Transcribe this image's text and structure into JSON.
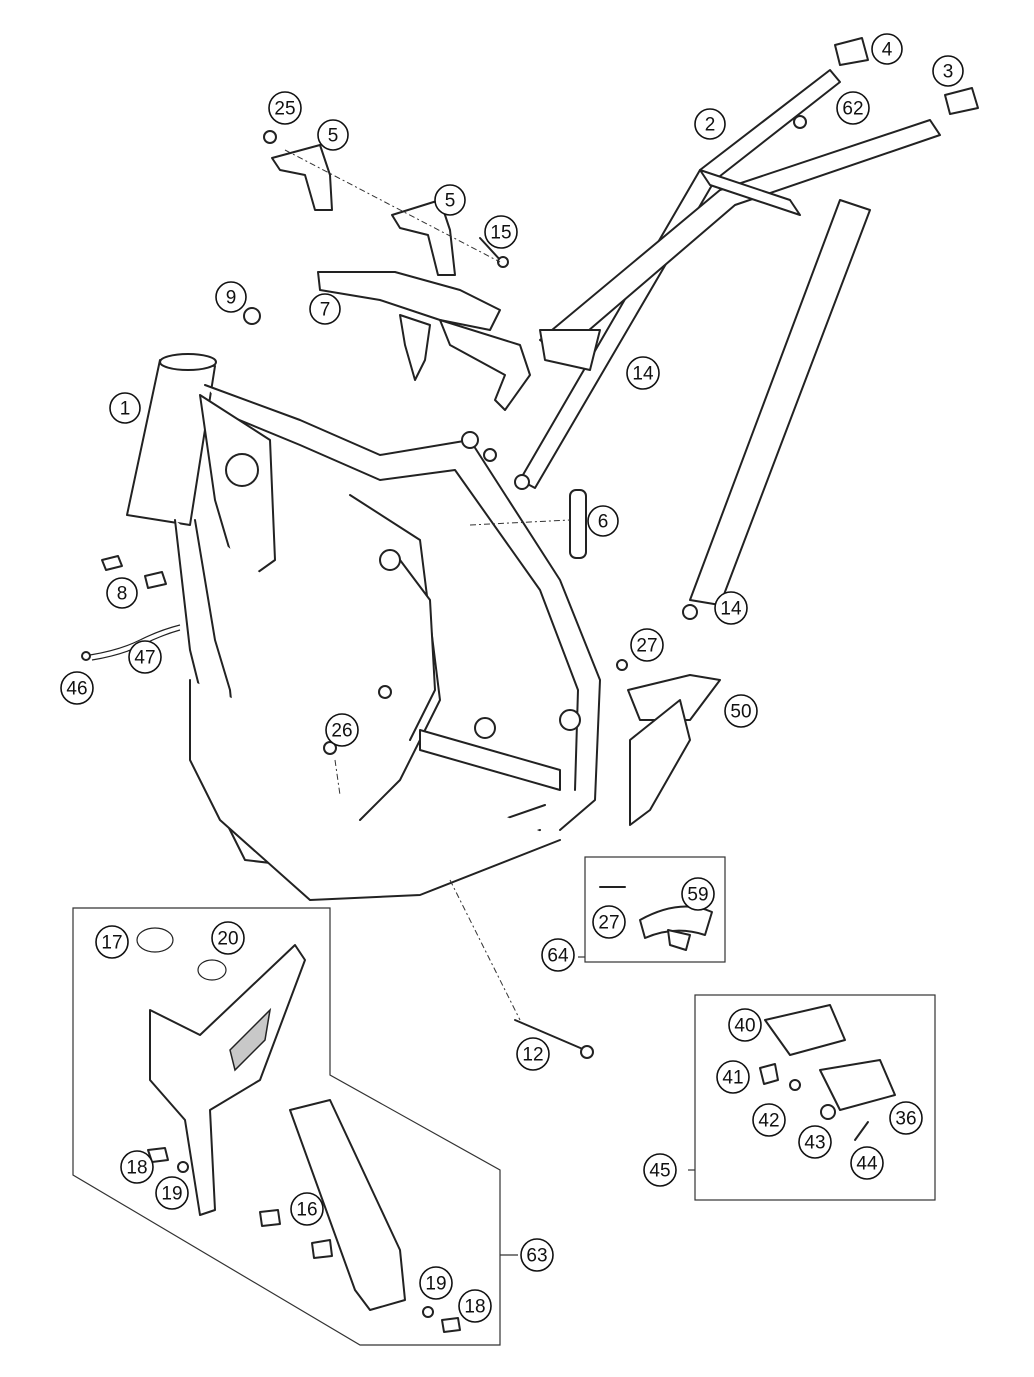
{
  "callouts": [
    {
      "id": "c1",
      "label": "1"
    },
    {
      "id": "c2",
      "label": "2"
    },
    {
      "id": "c3",
      "label": "3"
    },
    {
      "id": "c4",
      "label": "4"
    },
    {
      "id": "c5a",
      "label": "5"
    },
    {
      "id": "c5b",
      "label": "5"
    },
    {
      "id": "c6",
      "label": "6"
    },
    {
      "id": "c7",
      "label": "7"
    },
    {
      "id": "c8",
      "label": "8"
    },
    {
      "id": "c9",
      "label": "9"
    },
    {
      "id": "c12",
      "label": "12"
    },
    {
      "id": "c14a",
      "label": "14"
    },
    {
      "id": "c14b",
      "label": "14"
    },
    {
      "id": "c15",
      "label": "15"
    },
    {
      "id": "c16",
      "label": "16"
    },
    {
      "id": "c17",
      "label": "17"
    },
    {
      "id": "c18a",
      "label": "18"
    },
    {
      "id": "c18b",
      "label": "18"
    },
    {
      "id": "c19a",
      "label": "19"
    },
    {
      "id": "c19b",
      "label": "19"
    },
    {
      "id": "c20",
      "label": "20"
    },
    {
      "id": "c25",
      "label": "25"
    },
    {
      "id": "c26",
      "label": "26"
    },
    {
      "id": "c27a",
      "label": "27"
    },
    {
      "id": "c27b",
      "label": "27"
    },
    {
      "id": "c36",
      "label": "36"
    },
    {
      "id": "c40",
      "label": "40"
    },
    {
      "id": "c41",
      "label": "41"
    },
    {
      "id": "c42",
      "label": "42"
    },
    {
      "id": "c43",
      "label": "43"
    },
    {
      "id": "c44",
      "label": "44"
    },
    {
      "id": "c45",
      "label": "45"
    },
    {
      "id": "c46",
      "label": "46"
    },
    {
      "id": "c47",
      "label": "47"
    },
    {
      "id": "c50",
      "label": "50"
    },
    {
      "id": "c59",
      "label": "59"
    },
    {
      "id": "c62",
      "label": "62"
    },
    {
      "id": "c63",
      "label": "63"
    },
    {
      "id": "c64",
      "label": "64"
    }
  ]
}
